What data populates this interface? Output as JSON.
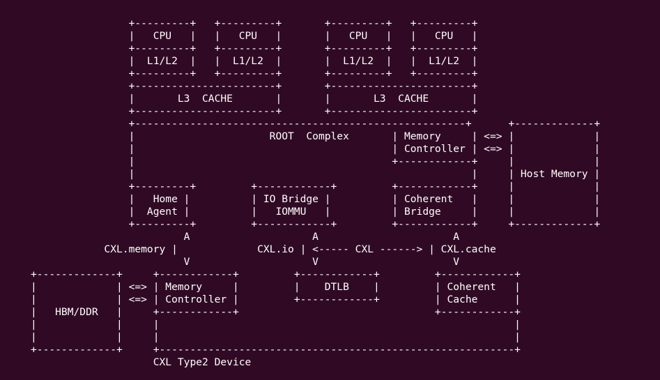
{
  "terminal": {
    "lines": [
      "                +---------+   +---------+       +---------+   +---------+",
      "                |   CPU   |   |   CPU   |       |   CPU   |   |   CPU   |",
      "                +---------+   +---------+       +---------+   +---------+",
      "                |  L1/L2  |   |  L1/L2  |       |  L1/L2  |   |  L1/L2  |",
      "                +---------+   +---------+       +---------+   +---------+",
      "                +-----------------------+       +-----------------------+",
      "                |       L3  CACHE       |       |       L3  CACHE       |",
      "                +-----------------------+       +-----------------------+",
      "                +------------------------------------------------------+      +-------------+",
      "                |                      ROOT  Complex       | Memory     | <=> |             |",
      "                |                                          | Controller | <=> |             |",
      "                |                                          +------------+     |             |",
      "                |                                                       |     | Host Memory |",
      "                +---------+         +------------+         +------------+     |             |",
      "                |   Home |          | IO Bridge |          | Coherent   |     |             |",
      "                |  Agent |          |   IOMMU   |          | Bridge     |     |             |",
      "                +---------+         +------------+         +------------+     +-------------+",
      "                         A                    A                      A",
      "            CXL.memory |             CXL.io | <----- CXL ------> | CXL.cache",
      "                         V                    V                      V",
      "+-------------+     +------------+         +------------+         +------------+",
      "|             | <=> | Memory     |         |    DTLB    |         | Coherent   |",
      "|             | <=> | Controller |         +------------+         | Cache      |",
      "|   HBM/DDR   |     +------------+                                +------------+",
      "|             |     |                                                          |",
      "|             |     |                                                          |",
      "+-------------+     +----------------------------------------------------------+",
      "                    CXL Type2 Device"
    ]
  }
}
